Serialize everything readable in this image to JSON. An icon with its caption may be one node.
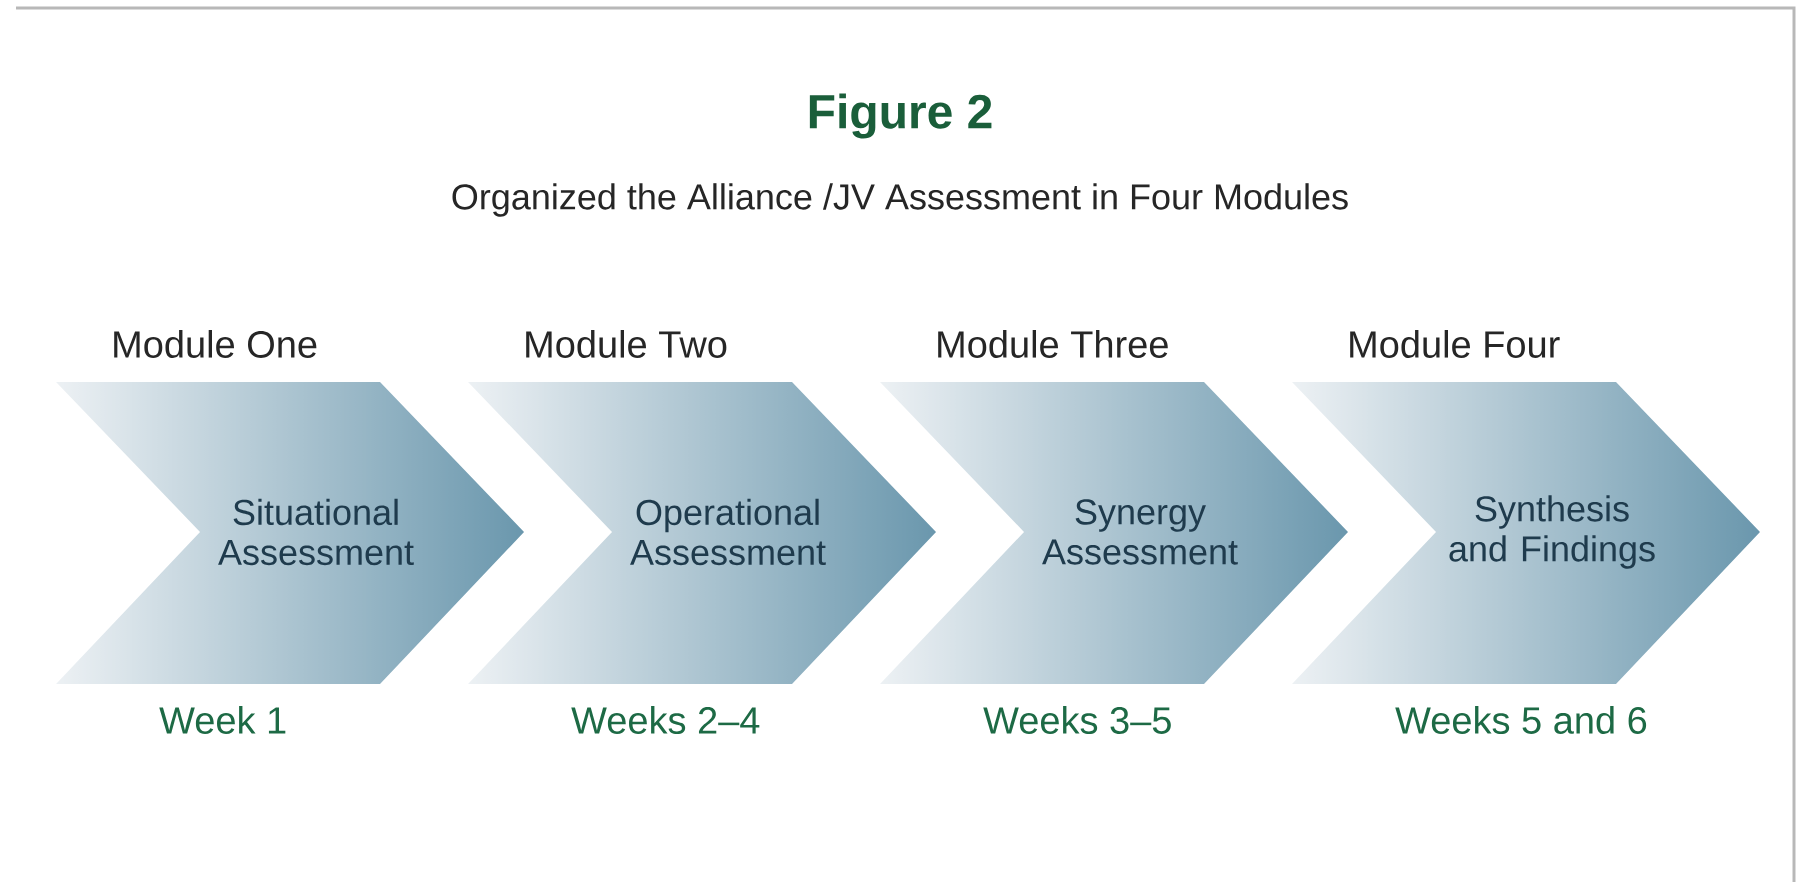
{
  "diagram": {
    "title": "Figure 2",
    "caption": "Organized the Alliance /JV Assessment in Four Modules",
    "nodes": [
      {
        "text": [
          "Module One",
          "Situational Assessment"
        ],
        "beside": [
          "Week 1"
        ]
      },
      {
        "text": [
          "Module Two",
          "Operational Assessment"
        ],
        "beside": [
          "Weeks 2–4"
        ]
      },
      {
        "text": [
          "Module Three",
          "Synergy Assessment"
        ],
        "beside": [
          "Weeks 3–5"
        ]
      },
      {
        "text": [
          "Module Four",
          "Synthesis and Findings"
        ],
        "beside": [
          "Weeks 5 and 6"
        ]
      }
    ]
  }
}
